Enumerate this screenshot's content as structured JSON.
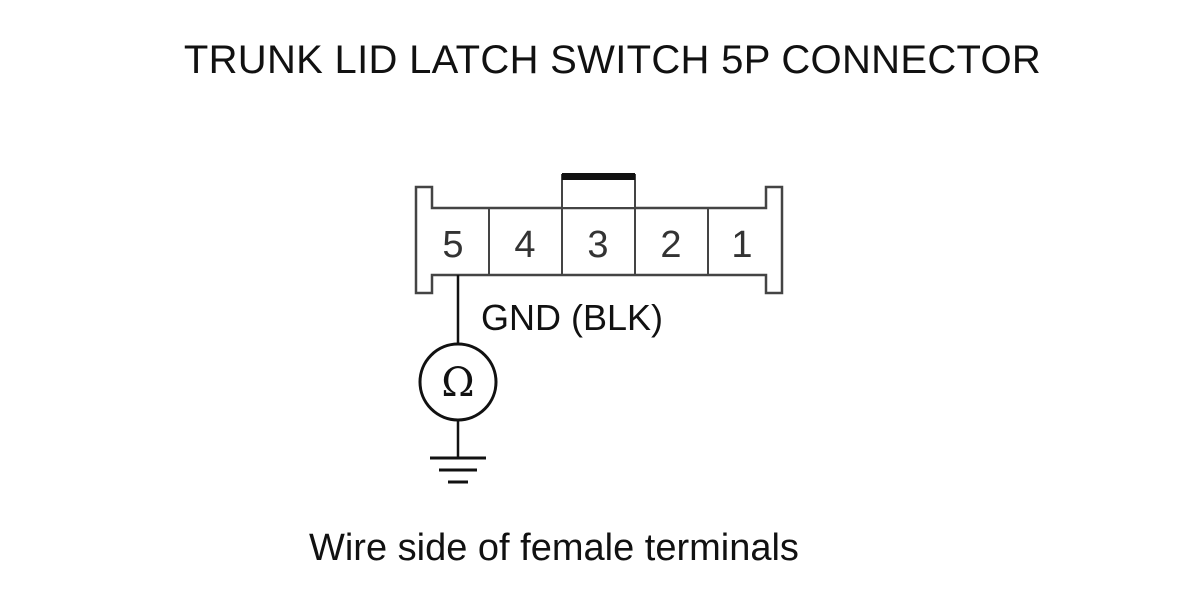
{
  "title": "TRUNK LID LATCH SWITCH 5P CONNECTOR",
  "caption": "Wire side of female terminals",
  "connector": {
    "terminals": [
      "5",
      "4",
      "3",
      "2",
      "1"
    ],
    "keyed_terminal": "3"
  },
  "wire": {
    "terminal": "5",
    "label": "GND (BLK)"
  },
  "meter": {
    "symbol": "Ω",
    "icon": "ohmmeter-icon"
  },
  "ground": {
    "icon": "ground-symbol-icon"
  },
  "colors": {
    "line": "#111111",
    "outline": "#444444"
  }
}
